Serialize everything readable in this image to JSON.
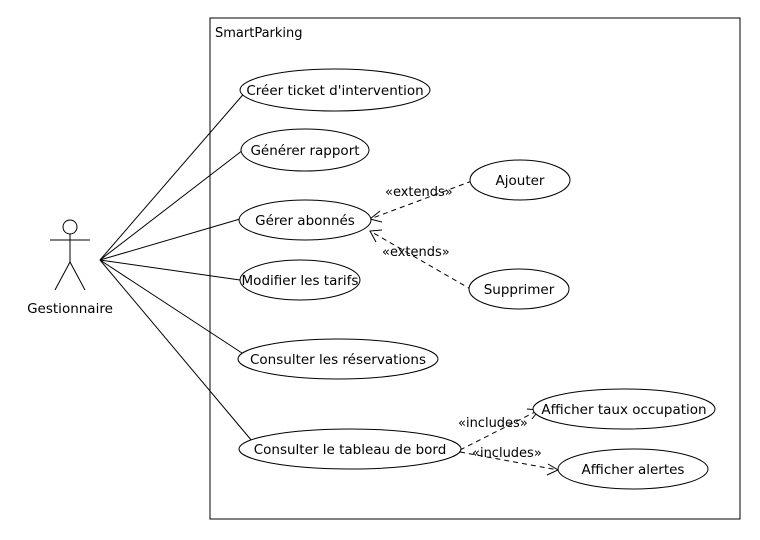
{
  "system": {
    "name": "SmartParking"
  },
  "actor": {
    "name": "Gestionnaire"
  },
  "use_cases": {
    "creer_ticket": "Créer ticket d'intervention",
    "generer_rapport": "Générer rapport",
    "gerer_abonnes": "Gérer abonnés",
    "modifier_tarifs": "Modifier les tarifs",
    "consulter_reservations": "Consulter les réservations",
    "consulter_tableau": "Consulter le tableau de bord",
    "ajouter": "Ajouter",
    "supprimer": "Supprimer",
    "afficher_taux": "Afficher taux occupation",
    "afficher_alertes": "Afficher alertes"
  },
  "relationships": {
    "extends_ajouter": "«extends»",
    "extends_supprimer": "«extends»",
    "includes_taux": "«includes»",
    "includes_alertes": "«includes»"
  }
}
